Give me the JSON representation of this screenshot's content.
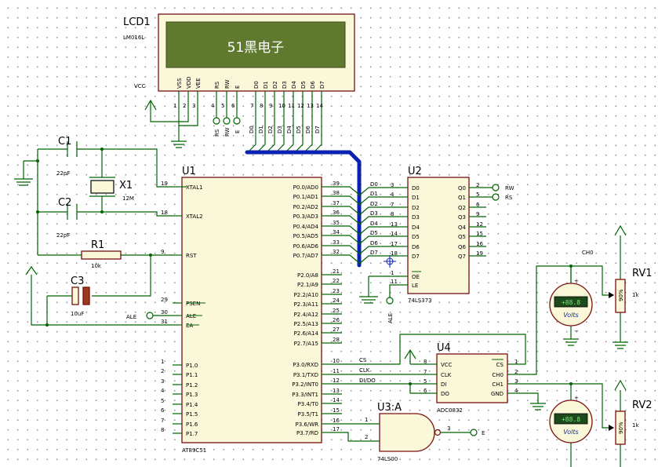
{
  "lcd": {
    "ref": "LCD1",
    "part": "LM016L",
    "display_text": "51黑电子",
    "pins": [
      "VSS",
      "VDD",
      "VEE",
      "RS",
      "RW",
      "E",
      "D0",
      "D1",
      "D2",
      "D3",
      "D4",
      "D5",
      "D6",
      "D7"
    ],
    "pin_numbers": [
      "1",
      "2",
      "3",
      "4",
      "5",
      "6",
      "7",
      "8",
      "9",
      "10",
      "11",
      "12",
      "13",
      "14"
    ],
    "vcc_label": "VCC",
    "ctrl_labels": [
      "RS",
      "RW",
      "E"
    ],
    "bus_labels": [
      "D0",
      "D1",
      "D2",
      "D3",
      "D4",
      "D5",
      "D6",
      "D7"
    ]
  },
  "c1": {
    "ref": "C1",
    "value": "22pF"
  },
  "c2": {
    "ref": "C2",
    "value": "22pF"
  },
  "x1": {
    "ref": "X1",
    "value": "12M"
  },
  "r1": {
    "ref": "R1",
    "value": "10k"
  },
  "c3": {
    "ref": "C3",
    "value": "10uF"
  },
  "u1": {
    "ref": "U1",
    "part": "AT89C51",
    "left_pins": [
      {
        "name": "XTAL1",
        "num": "19"
      },
      {
        "name": "XTAL2",
        "num": "18"
      },
      {
        "name": "RST",
        "num": "9"
      },
      {
        "name": "PSEN",
        "num": "29"
      },
      {
        "name": "ALE",
        "num": "30"
      },
      {
        "name": "EA",
        "num": "31"
      },
      {
        "name": "P1.0",
        "num": "1"
      },
      {
        "name": "P1.1",
        "num": "2"
      },
      {
        "name": "P1.2",
        "num": "3"
      },
      {
        "name": "P1.3",
        "num": "4"
      },
      {
        "name": "P1.4",
        "num": "5"
      },
      {
        "name": "P1.5",
        "num": "6"
      },
      {
        "name": "P1.6",
        "num": "7"
      },
      {
        "name": "P1.7",
        "num": "8"
      }
    ],
    "right_pins": [
      {
        "name": "P0.0/AD0",
        "num": "39"
      },
      {
        "name": "P0.1/AD1",
        "num": "38"
      },
      {
        "name": "P0.2/AD2",
        "num": "37"
      },
      {
        "name": "P0.3/AD3",
        "num": "36"
      },
      {
        "name": "P0.4/AD4",
        "num": "35"
      },
      {
        "name": "P0.5/AD5",
        "num": "34"
      },
      {
        "name": "P0.6/AD6",
        "num": "33"
      },
      {
        "name": "P0.7/AD7",
        "num": "32"
      },
      {
        "name": "P2.0/A8",
        "num": "21"
      },
      {
        "name": "P2.1/A9",
        "num": "22"
      },
      {
        "name": "P2.2/A10",
        "num": "23"
      },
      {
        "name": "P2.3/A11",
        "num": "24"
      },
      {
        "name": "P2.4/A12",
        "num": "25"
      },
      {
        "name": "P2.5/A13",
        "num": "26"
      },
      {
        "name": "P2.6/A14",
        "num": "27"
      },
      {
        "name": "P2.7/A15",
        "num": "28"
      },
      {
        "name": "P3.0/RXD",
        "num": "10"
      },
      {
        "name": "P3.1/TXD",
        "num": "11"
      },
      {
        "name": "P3.2/INT0",
        "num": "12"
      },
      {
        "name": "P3.3/INT1",
        "num": "13"
      },
      {
        "name": "P3.4/T0",
        "num": "14"
      },
      {
        "name": "P3.5/T1",
        "num": "15"
      },
      {
        "name": "P3.6/WR",
        "num": "16"
      },
      {
        "name": "P3.7/RD",
        "num": "17"
      }
    ],
    "net_labels": [
      "D0",
      "D1",
      "D2",
      "D3",
      "D4",
      "D5",
      "D6",
      "D7"
    ],
    "ale_label": "ALE",
    "p3_nets": [
      "CS",
      "CLK",
      "DI/DO"
    ]
  },
  "u2": {
    "ref": "U2",
    "part": "74LS373",
    "in_pins": [
      {
        "name": "D0",
        "num": "3"
      },
      {
        "name": "D1",
        "num": "4"
      },
      {
        "name": "D2",
        "num": "7"
      },
      {
        "name": "D3",
        "num": "8"
      },
      {
        "name": "D4",
        "num": "13"
      },
      {
        "name": "D5",
        "num": "14"
      },
      {
        "name": "D6",
        "num": "17"
      },
      {
        "name": "D7",
        "num": "18"
      }
    ],
    "out_pins": [
      {
        "name": "Q0",
        "num": "2"
      },
      {
        "name": "Q1",
        "num": "5"
      },
      {
        "name": "Q2",
        "num": "6"
      },
      {
        "name": "Q3",
        "num": "9"
      },
      {
        "name": "Q4",
        "num": "12"
      },
      {
        "name": "Q5",
        "num": "15"
      },
      {
        "name": "Q6",
        "num": "16"
      },
      {
        "name": "Q7",
        "num": "19"
      }
    ],
    "oe": {
      "name": "OE",
      "num": "1"
    },
    "le": {
      "name": "LE",
      "num": "11"
    },
    "out_labels": [
      "RW",
      "RS"
    ],
    "le_label": "ALE"
  },
  "u4": {
    "ref": "U4",
    "part": "ADC0832",
    "left_pins": [
      {
        "name": "VCC",
        "num": "8"
      },
      {
        "name": "CLK",
        "num": "7"
      },
      {
        "name": "DI",
        "num": "5"
      },
      {
        "name": "DO",
        "num": "6"
      }
    ],
    "right_pins": [
      {
        "name": "CS",
        "num": "1"
      },
      {
        "name": "CH0",
        "num": "2"
      },
      {
        "name": "CH1",
        "num": "3"
      },
      {
        "name": "GND",
        "num": "4"
      }
    ]
  },
  "u3": {
    "ref": "U3:A",
    "part": "74LS00",
    "in_nums": [
      "1",
      "2"
    ],
    "out_num": "3",
    "out_label": "E"
  },
  "rv1": {
    "ref": "RV1",
    "value": "1k",
    "body": "90%"
  },
  "rv2": {
    "ref": "RV2",
    "value": "1k",
    "body": "90%"
  },
  "ch0_label": "CH0",
  "voltmeter": {
    "label": "Volts",
    "reading": "+88.8",
    "plus": "+",
    "minus": "−"
  }
}
